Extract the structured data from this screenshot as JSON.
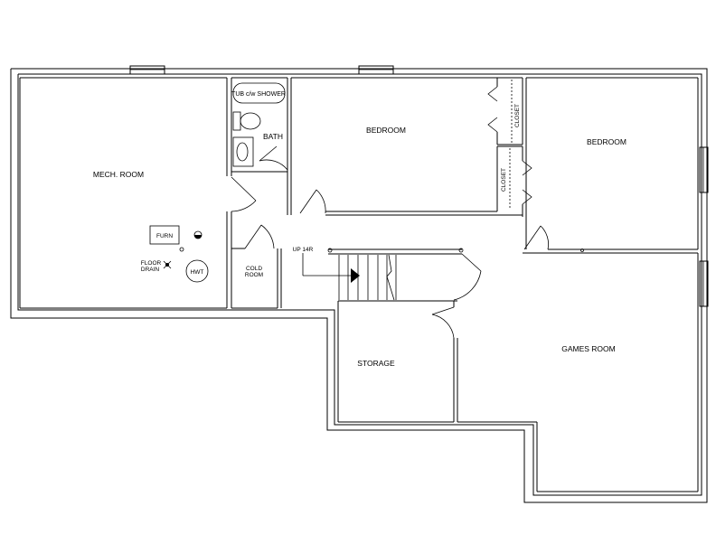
{
  "rooms": {
    "mech_room": "MECH. ROOM",
    "bath": "BATH",
    "tub": "TUB c/w SHOWER",
    "bedroom_1": "BEDROOM",
    "bedroom_2": "BEDROOM",
    "closet_1": "CLOSET",
    "closet_2": "CLOSET",
    "cold_room_line1": "COLD",
    "cold_room_line2": "ROOM",
    "storage": "STORAGE",
    "games_room": "GAMES ROOM"
  },
  "fixtures": {
    "furnace": "FURN",
    "hot_water_tank": "HWT",
    "floor_drain_line1": "FLOOR",
    "floor_drain_line2": "DRAIN",
    "stairs": "UP 14R"
  }
}
